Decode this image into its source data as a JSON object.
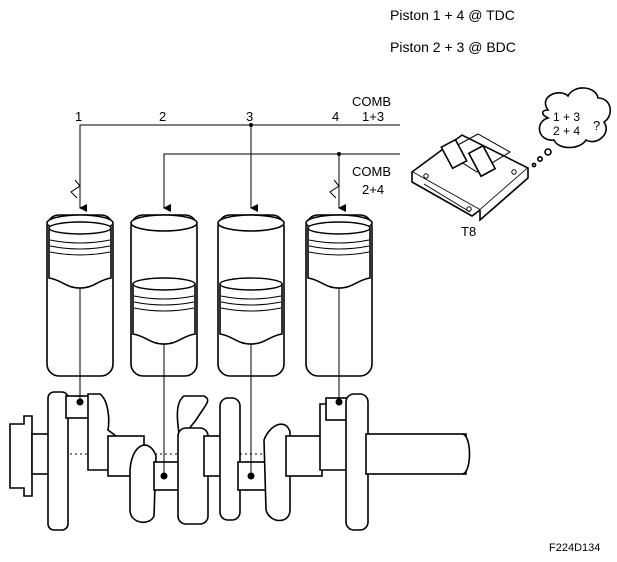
{
  "header": {
    "line1": "Piston 1 + 4 @ TDC",
    "line2": "Piston 2 + 3 @ BDC"
  },
  "cylinders": [
    "1",
    "2",
    "3",
    "4"
  ],
  "comb_a": {
    "title": "COMB",
    "sub": "1+3"
  },
  "comb_b": {
    "title": "COMB",
    "sub": "2+4"
  },
  "thought": {
    "line1": "1 + 3",
    "line2": "2 + 4",
    "mark": "?"
  },
  "ecu_label": "T8",
  "figure_code": "F224D134",
  "pistons": [
    {
      "cylinder": "1",
      "position": "TDC"
    },
    {
      "cylinder": "2",
      "position": "BDC"
    },
    {
      "cylinder": "3",
      "position": "BDC"
    },
    {
      "cylinder": "4",
      "position": "TDC"
    }
  ]
}
